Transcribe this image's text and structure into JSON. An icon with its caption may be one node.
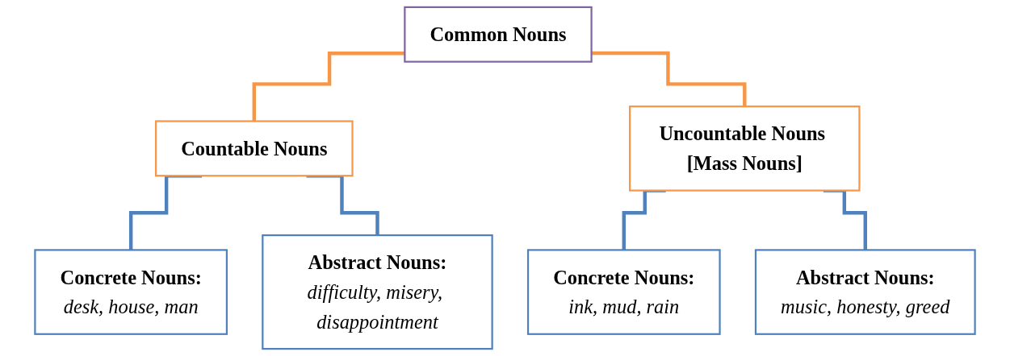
{
  "diagram": {
    "nodes": [
      {
        "text": [
          "Common Nouns"
        ]
      },
      {
        "text": [
          "Countable Nouns"
        ]
      },
      {
        "text": [
          "Uncountable Nouns [Mass Nouns]"
        ]
      },
      {
        "text": [
          "Concrete Nouns:",
          "desk, house, man"
        ]
      },
      {
        "text": [
          "Abstract Nouns:",
          "difficulty, misery, disappointment"
        ]
      },
      {
        "text": [
          "Concrete Nouns:",
          "ink, mud, rain"
        ]
      },
      {
        "text": [
          "Abstract Nouns:",
          "music, honesty, greed"
        ]
      }
    ],
    "edges": [
      {
        "from": 0,
        "to": 1,
        "arrow": "none",
        "color": "#f79646"
      },
      {
        "from": 0,
        "to": 2,
        "arrow": "none",
        "color": "#f79646"
      },
      {
        "from": 1,
        "to": 3,
        "arrow": "none"
      },
      {
        "from": 1,
        "to": 4,
        "arrow": "none"
      },
      {
        "from": 2,
        "to": 5,
        "arrow": "none"
      },
      {
        "from": 2,
        "to": 6,
        "arrow": "none"
      }
    ]
  }
}
